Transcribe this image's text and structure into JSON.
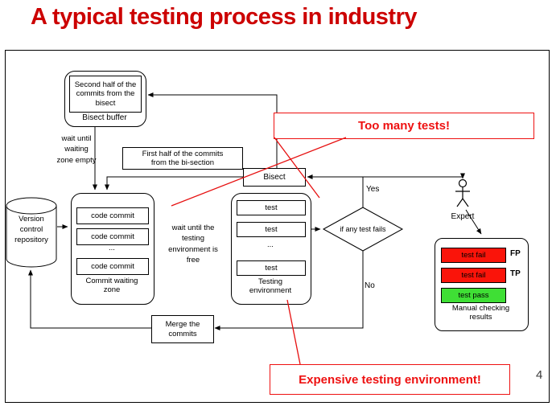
{
  "slide": {
    "title": "A typical testing process in industry",
    "page_number": "4"
  },
  "colors": {
    "title_red": "#cc0000",
    "callout_red": "#ee1111",
    "fail_bg": "#fa140a",
    "pass_bg": "#3fdf35",
    "line": "#000000"
  },
  "diagram": {
    "bisect_buffer": {
      "content": "Second half of the commits from the bisect",
      "label": "Bisect buffer"
    },
    "wait_until_waiting_zone_empty": "wait until waiting zone empty",
    "first_half": "First half of the commits from the bi-section",
    "bisect": "Bisect",
    "version_control": "Version control repository",
    "commit_waiting_zone": {
      "items": [
        "code commit",
        "code commit",
        "...",
        "code commit"
      ],
      "label": "Commit waiting zone"
    },
    "wait_until_testing_free": "wait until the testing environment is free",
    "testing_environment": {
      "items": [
        "test",
        "test",
        "...",
        "test"
      ],
      "label": "Testing environment"
    },
    "decision": "if any test fails",
    "yes_label": "Yes",
    "no_label": "No",
    "expert": "Expert",
    "manual_checking": {
      "label": "Manual checking results",
      "rows": [
        {
          "text": "test fail",
          "tag": "FP"
        },
        {
          "text": "test fail",
          "tag": "TP"
        },
        {
          "text": "test pass",
          "tag": ""
        }
      ]
    },
    "merge": "Merge the commits",
    "callouts": {
      "too_many": "Too many tests!",
      "expensive": "Expensive testing environment!"
    }
  }
}
